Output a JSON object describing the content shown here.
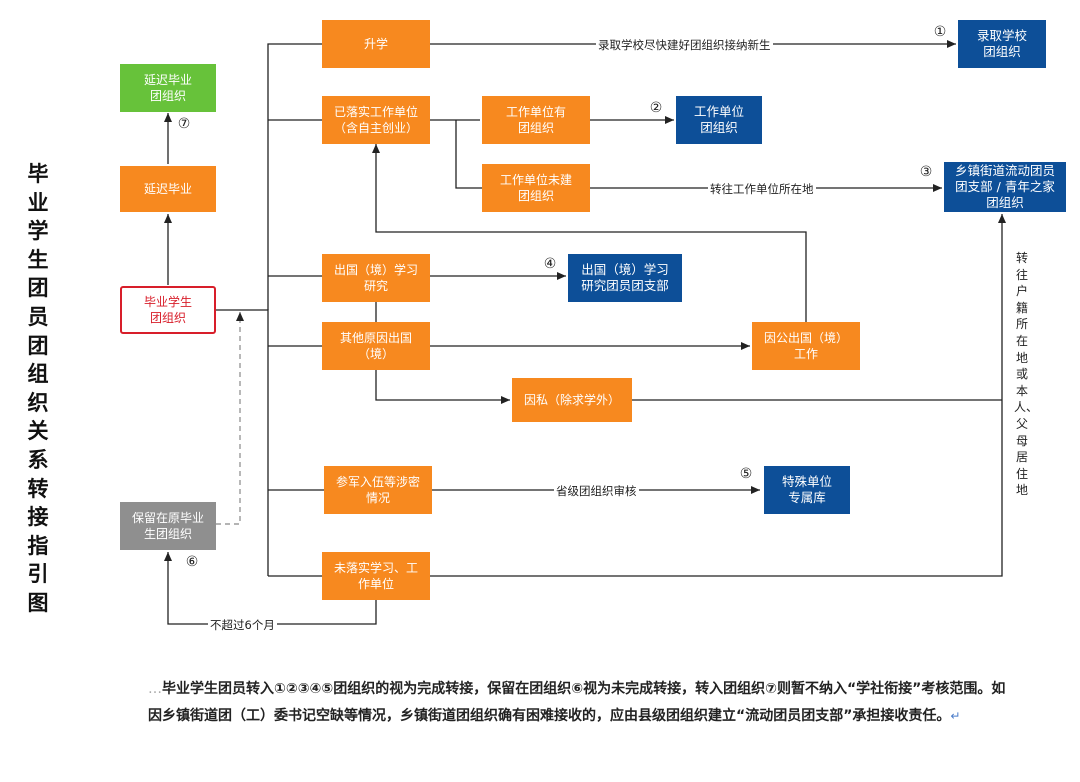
{
  "title": "毕业学生团员团组织关系转接指引图",
  "center_node": "毕业学生\n团组织",
  "left_nodes": {
    "delay_grad": "延迟毕业",
    "delay_org": "延迟毕业\n团组织",
    "keep_org": "保留在原毕业\n生团组织"
  },
  "orange_nodes": {
    "further_study": "升学",
    "employed": "已落实工作单位\n（含自主创业）",
    "employer_has": "工作单位有\n团组织",
    "employer_none": "工作单位未建\n团组织",
    "abroad_study": "出国（境）学习\n研究",
    "abroad_other": "其他原因出国\n（境）",
    "abroad_public": "因公出国（境）\n工作",
    "abroad_private": "因私（除求学外）",
    "military": "参军入伍等涉密\n情况",
    "unplaced": "未落实学习、工\n作单位"
  },
  "target_nodes": {
    "school": "录取学校\n团组织",
    "employer_org": "工作单位\n团组织",
    "floating": "乡镇街道流动团员\n团支部 / 青年之家\n团组织",
    "abroad_branch": "出国（境）学习\n研究团员团支部",
    "special": "特殊单位\n专属库"
  },
  "markers": {
    "m1": "①",
    "m2": "②",
    "m3": "③",
    "m4": "④",
    "m5": "⑤",
    "m6": "⑥",
    "m7": "⑦"
  },
  "edge_labels": {
    "school": "录取学校尽快建好团组织接纳新生",
    "transfer_employer": "转往工作单位所在地",
    "provincial": "省级团组织审核",
    "six_months": "不超过6个月",
    "household": "转往户籍所在地或本人、父母居住地"
  },
  "note": {
    "lead": "…",
    "text": "毕业学生团员转入①②③④⑤团组织的视为完成转接，保留在团组织⑥视为未完成转接，转入团组织⑦则暂不纳入“学社衔接”考核范围。如因乡镇街道团（工）委书记空缺等情况，乡镇街道团组织确有困难接收的，应由县级团组织建立“流动团员团支部”承担接收责任。",
    "return_mark": "↵"
  },
  "colors": {
    "orange": "#f7891f",
    "navy": "#0d4f98",
    "green": "#67c23a",
    "gray": "#8f8f8f",
    "red": "#d81e2a"
  }
}
